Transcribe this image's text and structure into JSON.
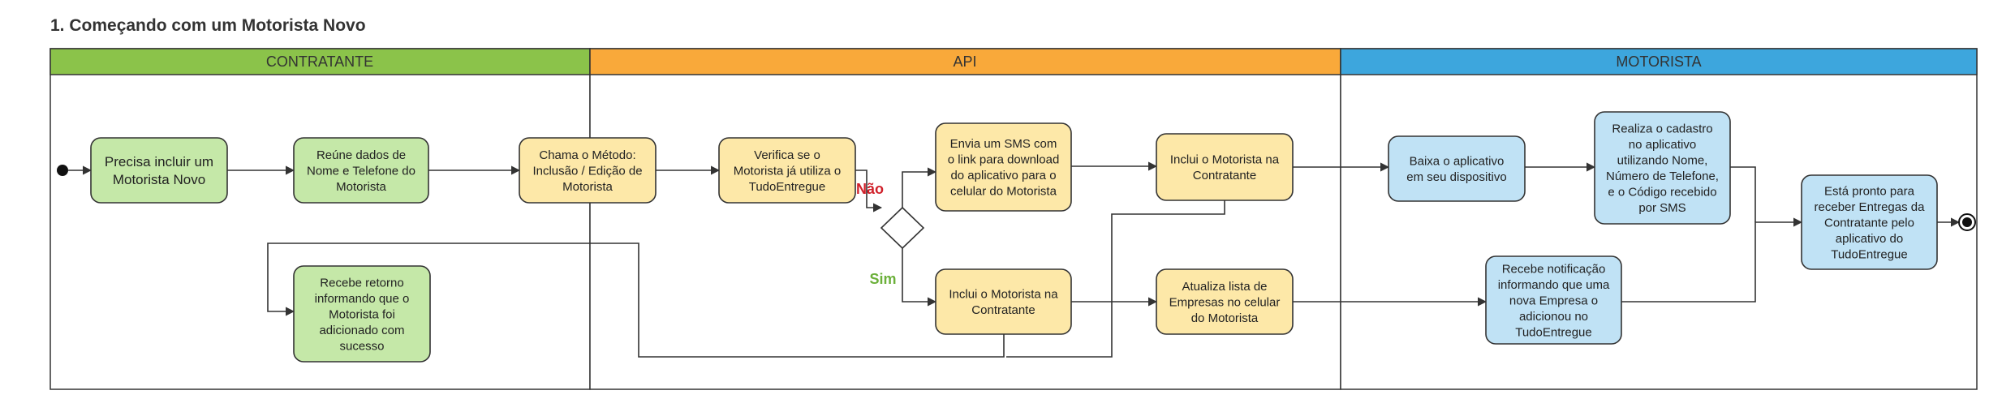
{
  "title": "1. Começando com um Motorista Novo",
  "lanes": {
    "contratante": {
      "label": "CONTRATANTE",
      "color": "#8BC34A"
    },
    "api": {
      "label": "API",
      "color": "#F9A93A"
    },
    "motorista": {
      "label": "MOTORISTA",
      "color": "#3DA6DD"
    }
  },
  "nodes": {
    "precisa": [
      "Precisa incluir um",
      "Motorista Novo"
    ],
    "reune": [
      "Reúne dados de",
      "Nome e Telefone do",
      "Motorista"
    ],
    "recebe_retorno": [
      "Recebe retorno",
      "informando que o",
      "Motorista foi",
      "adicionado com",
      "sucesso"
    ],
    "chama_metodo": [
      "Chama o Método:",
      "Inclusão / Edição de",
      "Motorista"
    ],
    "verifica": [
      "Verifica se o",
      "Motorista já utiliza o",
      "TudoEntregue"
    ],
    "envia_sms": [
      "Envia um SMS com",
      "o link para download",
      "do aplicativo para o",
      "celular do Motorista"
    ],
    "inclui_nao": [
      "Inclui o Motorista na",
      "Contratante"
    ],
    "inclui_sim": [
      "Inclui o Motorista na",
      "Contratante"
    ],
    "atualiza": [
      "Atualiza lista de",
      "Empresas no celular",
      "do Motorista"
    ],
    "baixa": [
      "Baixa o aplicativo",
      "em seu dispositivo"
    ],
    "realiza": [
      "Realiza o cadastro",
      "no aplicativo",
      "utilizando Nome,",
      "Número de Telefone,",
      "e o Código recebido",
      "por SMS"
    ],
    "recebe_notificacao": [
      "Recebe notificação",
      "informando que uma",
      "nova Empresa o",
      "adicionou no",
      "TudoEntregue"
    ],
    "pronto": [
      "Está pronto para",
      "receber Entregas da",
      "Contratante pelo",
      "aplicativo do",
      "TudoEntregue"
    ]
  },
  "decision_labels": {
    "no": "Não",
    "yes": "Sim"
  },
  "colors": {
    "green_fill": "#C5E8A8",
    "yellow_fill": "#FDE8A8",
    "blue_fill": "#C0E2F5",
    "no_text": "#D0202A",
    "yes_text": "#6BB03A",
    "line": "#333333"
  }
}
